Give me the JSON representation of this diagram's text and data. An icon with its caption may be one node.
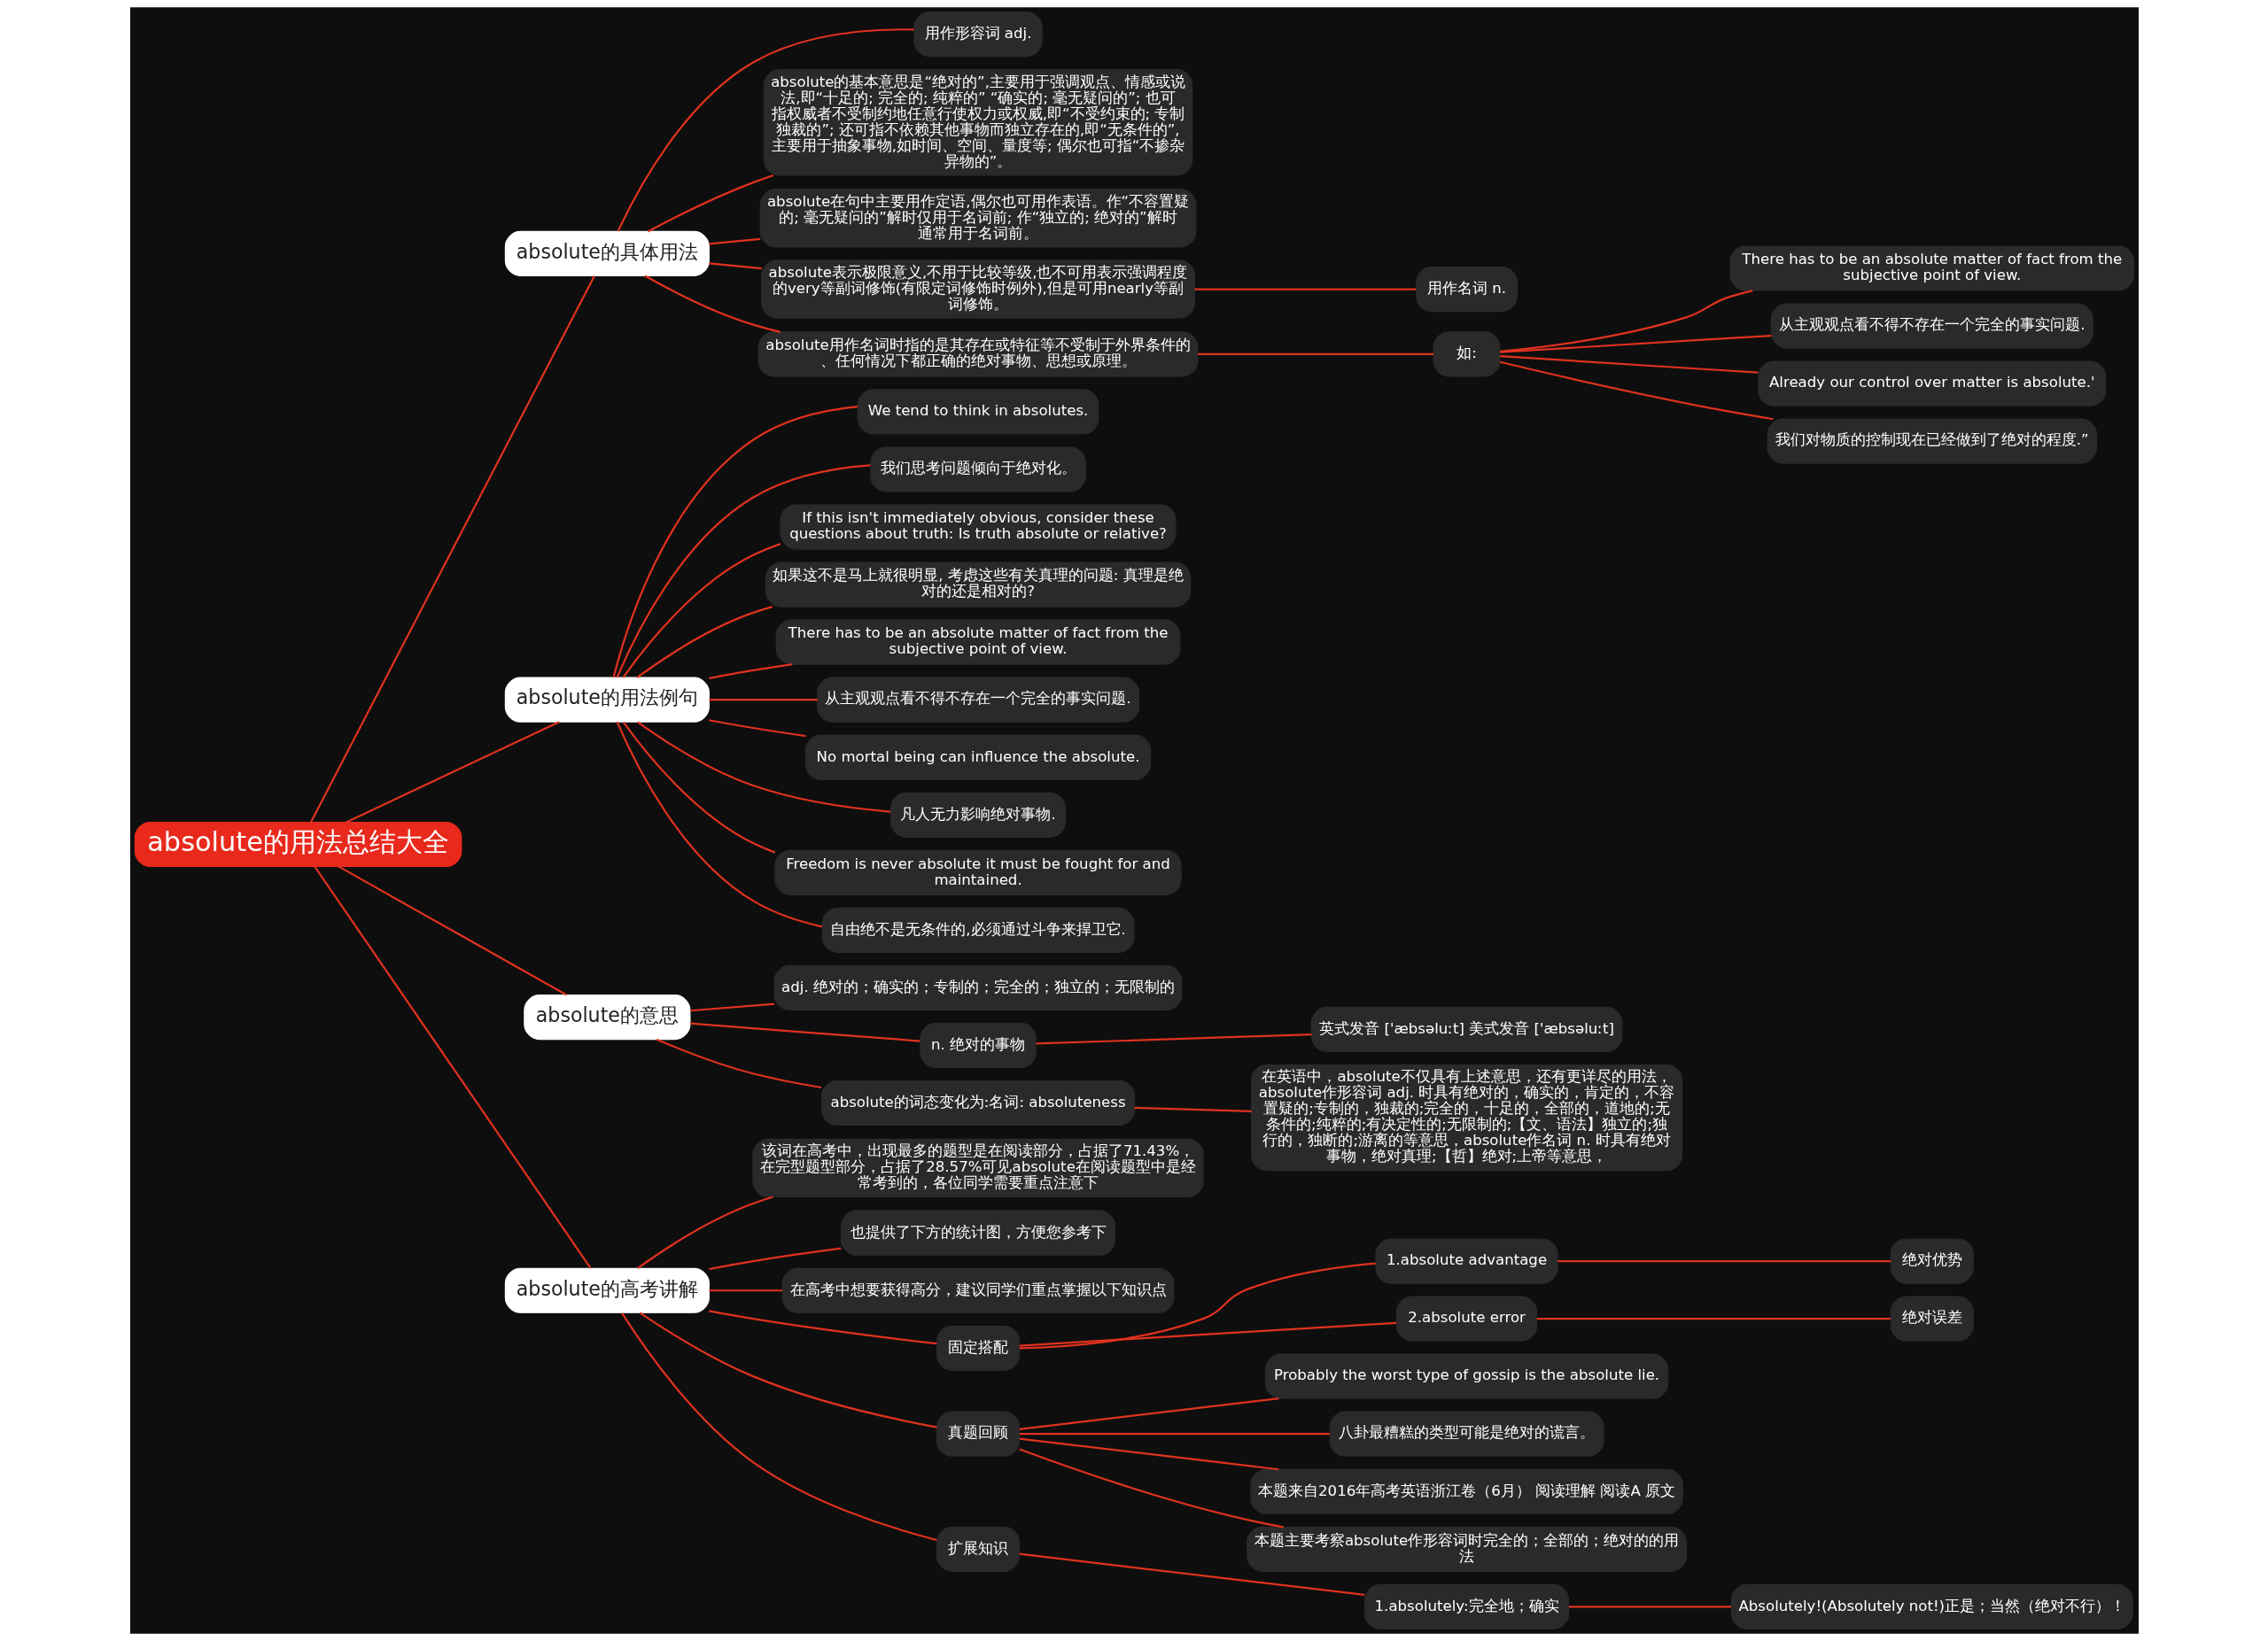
{
  "diagram": {
    "nodes": [
      {
        "text": [
          "absolute的用法总结大全"
        ]
      },
      {
        "text": [
          "absolute的具体用法"
        ]
      },
      {
        "text": [
          "用作形容词 adj."
        ]
      },
      {
        "text": [
          "absolute的基本意思是“绝对的”,主要用于强调观点、情感或说法,即“十足的; 完全的; 纯粹的” “确实的; 毫无疑问的”; 也可指权威者不受制约地任意行使权力或权威,即“不受约束的; 专制独裁的”; 还可指不依赖其他事物而独立存在的,即“无条件的”,主要用于抽象事物,如时间、空间、量度等; 偶尔也可指“不掺杂异物的”。"
        ]
      },
      {
        "text": [
          "absolute在句中主要用作定语,偶尔也可用作表语。作“不容置疑的; 毫无疑问的”解时仅用于名词前; 作“独立的; 绝对的”解时通常用于名词前。"
        ]
      },
      {
        "text": [
          "absolute表示极限意义,不用于比较等级,也不可用表示强调程度的very等副词修饰(有限定词修饰时例外),但是可用nearly等副词修饰。"
        ]
      },
      {
        "text": [
          "用作名词 n."
        ]
      },
      {
        "text": [
          "absolute用作名词时指的是其存在或特征等不受制于外界条件的、任何情况下都正确的绝对事物、思想或原理。"
        ]
      },
      {
        "text": [
          "如:"
        ]
      },
      {
        "text": [
          "There has to be an absolute matter of fact from the subjective point of view."
        ]
      },
      {
        "text": [
          "从主观观点看不得不存在一个完全的事实问题."
        ]
      },
      {
        "text": [
          "Already our control over matter is absolute.'"
        ]
      },
      {
        "text": [
          "我们对物质的控制现在已经做到了绝对的程度.”"
        ]
      },
      {
        "text": [
          "absolute的用法例句"
        ]
      },
      {
        "text": [
          "We tend to think in absolutes."
        ]
      },
      {
        "text": [
          "我们思考问题倾向于绝对化。"
        ]
      },
      {
        "text": [
          "If this isn't immediately obvious, consider these questions about truth: Is truth absolute or relative?"
        ]
      },
      {
        "text": [
          "如果这不是马上就很明显, 考虑这些有关真理的问题: 真理是绝对的还是相对的?"
        ]
      },
      {
        "text": [
          "There has to be an absolute matter of fact from the subjective point of view."
        ]
      },
      {
        "text": [
          "从主观观点看不得不存在一个完全的事实问题."
        ]
      },
      {
        "text": [
          "No mortal being can influence the absolute."
        ]
      },
      {
        "text": [
          "凡人无力影响绝对事物."
        ]
      },
      {
        "text": [
          "Freedom is never absolute it must be fought for and maintained."
        ]
      },
      {
        "text": [
          "自由绝不是无条件的,必须通过斗争来捍卫它."
        ]
      },
      {
        "text": [
          "absolute的意思"
        ]
      },
      {
        "text": [
          "adj. 绝对的；确实的；专制的；完全的；独立的；无限制的"
        ]
      },
      {
        "text": [
          "n. 绝对的事物"
        ]
      },
      {
        "text": [
          "英式发音 ['æbsəluːt] 美式发音 ['æbsəluːt]"
        ]
      },
      {
        "text": [
          "absolute的词态变化为:名词: absoluteness"
        ]
      },
      {
        "text": [
          "在英语中，absolute不仅具有上述意思，还有更详尽的用法，absolute作形容词 adj. 时具有绝对的，确实的，肯定的，不容置疑的;专制的，独裁的;完全的，十足的，全部的，道地的;无条件的;纯粹的;有决定性的;无限制的;【文、语法】独立的;独行的，独断的;游离的等意思，absolute作名词 n. 时具有绝对事物，绝对真理;【哲】绝对;上帝等意思，"
        ]
      },
      {
        "text": [
          "absolute的高考讲解"
        ]
      },
      {
        "text": [
          "该词在高考中，出现最多的题型是在阅读部分，占据了71.43%，在完型题型部分，占据了28.57%可见absolute在阅读题型中是经常考到的，各位同学需要重点注意下"
        ]
      },
      {
        "text": [
          "也提供了下方的统计图，方便您参考下"
        ]
      },
      {
        "text": [
          "在高考中想要获得高分，建议同学们重点掌握以下知识点"
        ]
      },
      {
        "text": [
          "固定搭配"
        ]
      },
      {
        "text": [
          "1.absolute advantage"
        ]
      },
      {
        "text": [
          "绝对优势"
        ]
      },
      {
        "text": [
          "2.absolute error"
        ]
      },
      {
        "text": [
          "绝对误差"
        ]
      },
      {
        "text": [
          "真题回顾"
        ]
      },
      {
        "text": [
          "Probably the worst type of gossip is the absolute lie."
        ]
      },
      {
        "text": [
          "八卦最糟糕的类型可能是绝对的谎言。"
        ]
      },
      {
        "text": [
          "本题来自2016年高考英语浙江卷（6月） 阅读理解 阅读A 原文"
        ]
      },
      {
        "text": [
          "本题主要考察absolute作形容词时完全的；全部的；绝对的的用法"
        ]
      },
      {
        "text": [
          "扩展知识"
        ]
      },
      {
        "text": [
          "1.absolutely:完全地；确实"
        ]
      },
      {
        "text": [
          "Absolutely!(Absolutely not!)正是；当然（绝对不行）！"
        ]
      }
    ],
    "edges": [
      {
        "from": 0,
        "to": 1,
        "arrow": "none"
      },
      {
        "from": 1,
        "to": 2,
        "arrow": "none"
      },
      {
        "from": 1,
        "to": 3,
        "arrow": "none"
      },
      {
        "from": 1,
        "to": 4,
        "arrow": "none"
      },
      {
        "from": 1,
        "to": 5,
        "arrow": "none"
      },
      {
        "from": 5,
        "to": 6,
        "arrow": "none"
      },
      {
        "from": 1,
        "to": 7,
        "arrow": "none"
      },
      {
        "from": 7,
        "to": 8,
        "arrow": "none"
      },
      {
        "from": 8,
        "to": 9,
        "arrow": "none"
      },
      {
        "from": 8,
        "to": 10,
        "arrow": "none"
      },
      {
        "from": 8,
        "to": 11,
        "arrow": "none"
      },
      {
        "from": 8,
        "to": 12,
        "arrow": "none"
      },
      {
        "from": 0,
        "to": 13,
        "arrow": "none"
      },
      {
        "from": 13,
        "to": 14,
        "arrow": "none"
      },
      {
        "from": 13,
        "to": 15,
        "arrow": "none"
      },
      {
        "from": 13,
        "to": 16,
        "arrow": "none"
      },
      {
        "from": 13,
        "to": 17,
        "arrow": "none"
      },
      {
        "from": 13,
        "to": 18,
        "arrow": "none"
      },
      {
        "from": 13,
        "to": 19,
        "arrow": "none"
      },
      {
        "from": 13,
        "to": 20,
        "arrow": "none"
      },
      {
        "from": 13,
        "to": 21,
        "arrow": "none"
      },
      {
        "from": 13,
        "to": 22,
        "arrow": "none"
      },
      {
        "from": 13,
        "to": 23,
        "arrow": "none"
      },
      {
        "from": 0,
        "to": 24,
        "arrow": "none"
      },
      {
        "from": 24,
        "to": 25,
        "arrow": "none"
      },
      {
        "from": 24,
        "to": 26,
        "arrow": "none"
      },
      {
        "from": 26,
        "to": 27,
        "arrow": "none"
      },
      {
        "from": 24,
        "to": 28,
        "arrow": "none"
      },
      {
        "from": 28,
        "to": 29,
        "arrow": "none"
      },
      {
        "from": 0,
        "to": 30,
        "arrow": "none"
      },
      {
        "from": 30,
        "to": 31,
        "arrow": "none"
      },
      {
        "from": 30,
        "to": 32,
        "arrow": "none"
      },
      {
        "from": 30,
        "to": 33,
        "arrow": "none"
      },
      {
        "from": 30,
        "to": 34,
        "arrow": "none"
      },
      {
        "from": 34,
        "to": 35,
        "arrow": "none"
      },
      {
        "from": 35,
        "to": 36,
        "arrow": "none"
      },
      {
        "from": 34,
        "to": 37,
        "arrow": "none"
      },
      {
        "from": 37,
        "to": 38,
        "arrow": "none"
      },
      {
        "from": 30,
        "to": 39,
        "arrow": "none"
      },
      {
        "from": 39,
        "to": 40,
        "arrow": "none"
      },
      {
        "from": 39,
        "to": 41,
        "arrow": "none"
      },
      {
        "from": 39,
        "to": 42,
        "arrow": "none"
      },
      {
        "from": 39,
        "to": 43,
        "arrow": "none"
      },
      {
        "from": 30,
        "to": 44,
        "arrow": "none"
      },
      {
        "from": 44,
        "to": 45,
        "arrow": "none"
      },
      {
        "from": 45,
        "to": 46,
        "arrow": "none"
      }
    ]
  }
}
